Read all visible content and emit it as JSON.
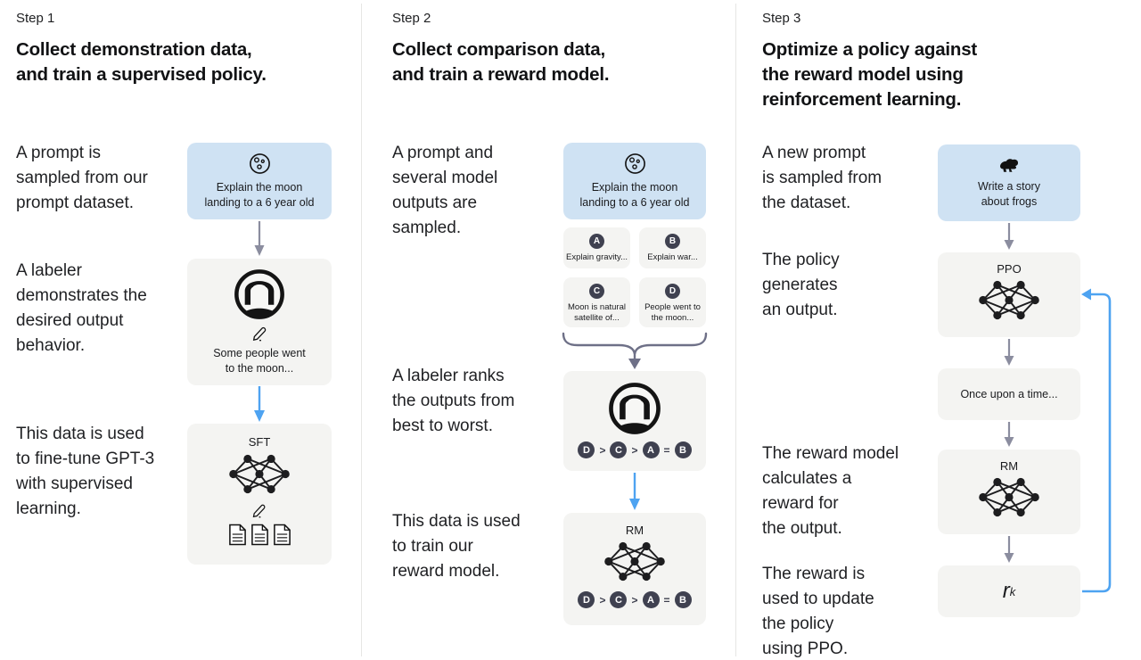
{
  "colors": {
    "prompt_box_bg": "#cfe2f3",
    "panel_bg": "#f4f4f2",
    "dark_circle": "#3f4150",
    "arrow_gray": "#8b8d9f",
    "arrow_blue": "#4ea3f1",
    "brace": "#6e7087",
    "divider": "#e6e6e4",
    "text": "#1f2023"
  },
  "steps": [
    {
      "label": "Step 1",
      "title": "Collect demonstration data,\nand train a supervised policy.",
      "captions": {
        "prompt": "A prompt is\nsampled from our\nprompt dataset.",
        "labeler": "A labeler\ndemonstrates the\ndesired output\nbehavior.",
        "data": "This data is used\nto fine-tune GPT-3\nwith supervised\nlearning."
      },
      "prompt_box": "Explain the moon\nlanding to a 6 year old",
      "labeler_box": "Some people went\nto the moon...",
      "model_label": "SFT"
    },
    {
      "label": "Step 2",
      "title": "Collect comparison data,\nand train a reward model.",
      "captions": {
        "prompt": "A prompt and\nseveral model\noutputs are\nsampled.",
        "labeler": "A labeler ranks\nthe outputs from\nbest to worst.",
        "data": "This data is used\nto train our\nreward model."
      },
      "prompt_box": "Explain the moon\nlanding to a 6 year old",
      "outputs": [
        {
          "letter": "A",
          "label": "Explain gravity..."
        },
        {
          "letter": "B",
          "label": "Explain war..."
        },
        {
          "letter": "C",
          "label": "Moon is natural\nsatellite of..."
        },
        {
          "letter": "D",
          "label": "People went to\nthe moon..."
        }
      ],
      "ranking": [
        "D",
        ">",
        "C",
        ">",
        "A",
        "=",
        "B"
      ],
      "model_label": "RM"
    },
    {
      "label": "Step 3",
      "title": "Optimize a policy against\nthe reward model using\nreinforcement learning.",
      "captions": {
        "prompt": "A new prompt\nis sampled from\nthe dataset.",
        "policy": "The policy\ngenerates\nan output.",
        "reward": "The reward model\ncalculates a\nreward for\nthe output.",
        "update": "The reward is\nused to update\nthe policy\nusing PPO."
      },
      "prompt_box": "Write a story\nabout frogs",
      "policy_label": "PPO",
      "output_box": "Once upon a time...",
      "rm_label": "RM",
      "reward_main": "r",
      "reward_sub": "k"
    }
  ]
}
